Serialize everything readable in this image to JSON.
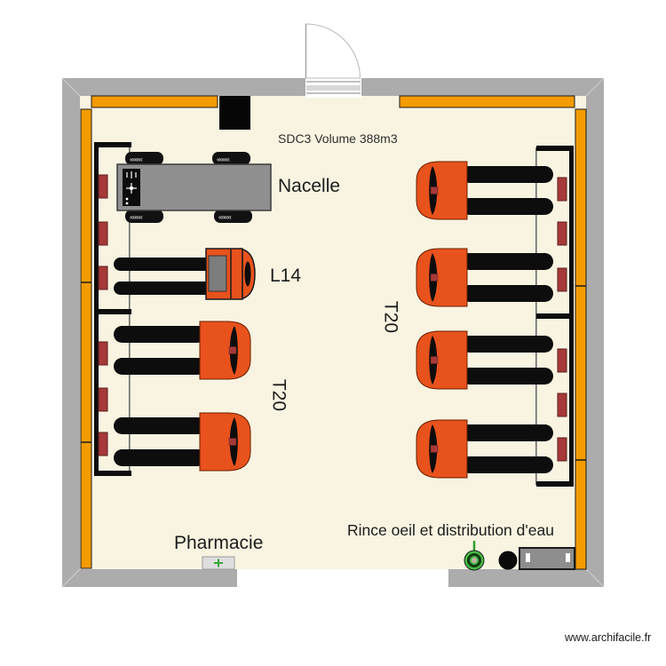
{
  "plan": {
    "room": {
      "label": "SDC3 Volume 388m3"
    },
    "equipment": {
      "nacelle": {
        "label": "Nacelle",
        "count": 1
      },
      "stacker_l14": {
        "label": "L14",
        "count": 1
      },
      "pallet_trucks_left": {
        "label": "T20",
        "count": 2
      },
      "pallet_trucks_right": {
        "label": "T20",
        "count": 4
      },
      "pharmacy": {
        "label": "Pharmacie"
      },
      "eyewash": {
        "label": "Rince oeil et distribution d'eau"
      }
    },
    "colors": {
      "wall_gray": "#acacac",
      "floor_cream": "#f8f4e1",
      "barrier_orange": "#f49b00",
      "machine_orange": "#e8521c",
      "rack_black": "#0d0d0d",
      "marker_red": "#a63939",
      "nacelle_gray": "#8f8f8f",
      "eyewash_green": "#45b945"
    },
    "watermark": "www.archifacile.fr"
  }
}
